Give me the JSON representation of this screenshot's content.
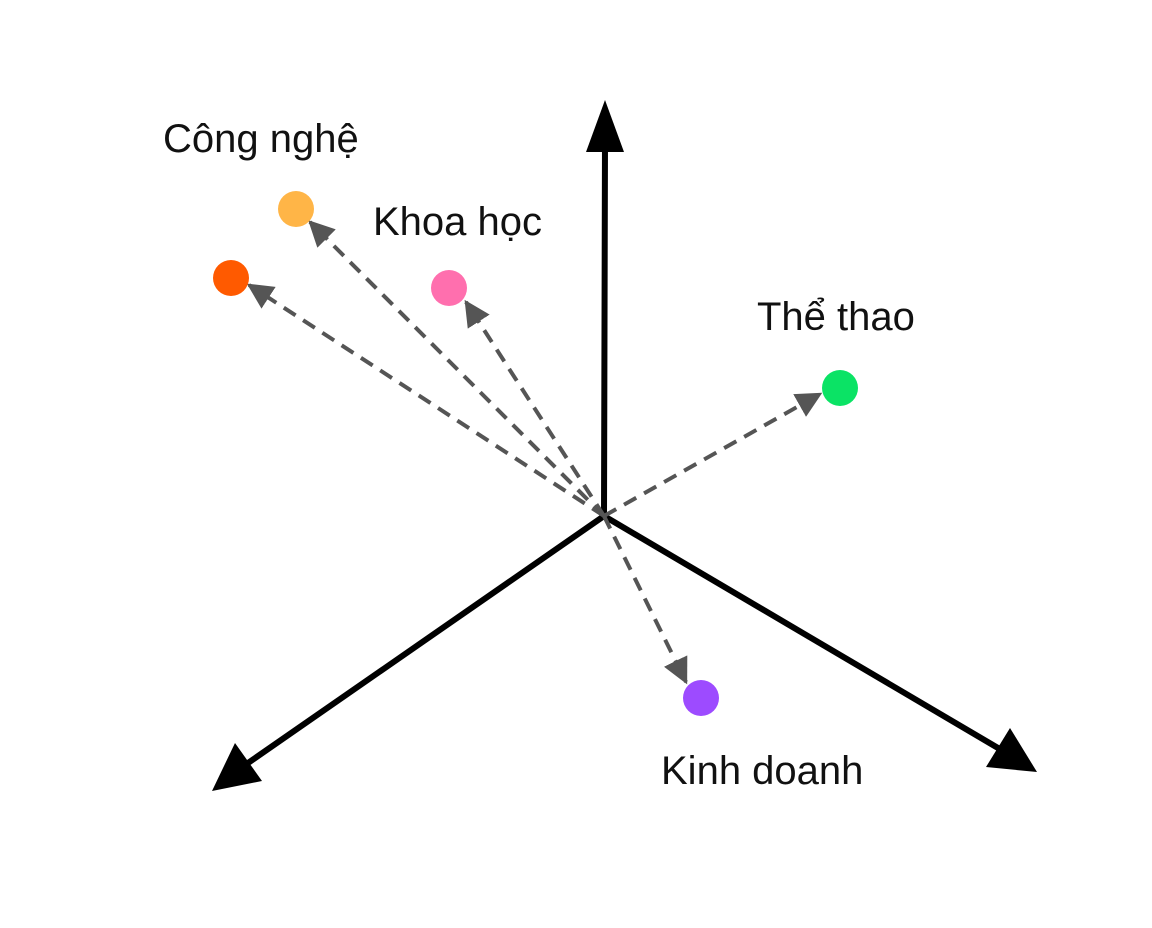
{
  "labels": {
    "technology": "Công nghệ",
    "science": "Khoa học",
    "sports": "Thể thao",
    "business": "Kinh doanh"
  },
  "colors": {
    "axis": "#000000",
    "arrow": "#555555",
    "label": "#111111",
    "point_tech_1": "#FFB547",
    "point_tech_2": "#FF5A00",
    "point_science": "#FF6FAE",
    "point_sports": "#0BE365",
    "point_business": "#9D4BFF"
  }
}
